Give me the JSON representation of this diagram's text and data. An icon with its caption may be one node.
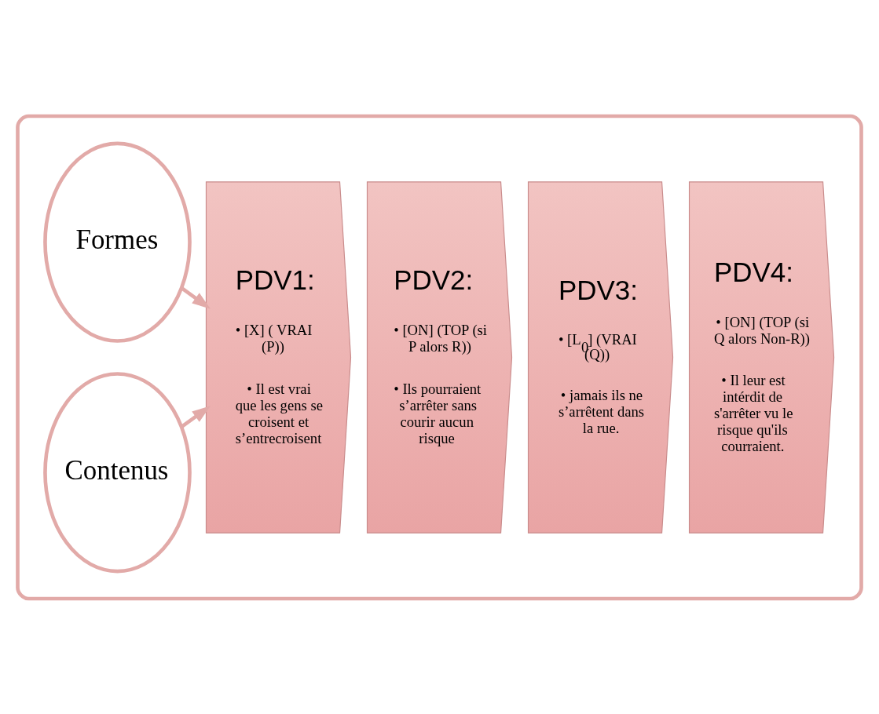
{
  "diagram": {
    "nodes": [
      {
        "text": [],
        "shape": "box"
      },
      {
        "text": [
          "Formes"
        ],
        "in": 0
      },
      {
        "text": [
          "Contenus"
        ],
        "in": 0
      },
      {
        "text": [
          "PDV1:",
          "• [X] ( VRAI (P))",
          "• Il est vrai que les gens se croisent et s’entrecroisent"
        ],
        "in": 0
      },
      {
        "text": [
          "PDV2:",
          "• [ON] (TOP (si P alors R))",
          "• Ils pourraient s’arrêter sans courir aucun risque"
        ],
        "in": 0
      },
      {
        "text": [
          "PDV3:",
          "• [L$_{0}$] (VRAI (Q))",
          "• jamais ils ne s’arrêtent dans la rue."
        ],
        "in": 0
      },
      {
        "text": [
          "PDV4:",
          "• [ON] (TOP (si Q alors Non-R))",
          "• Il leur est intérdit de s'arrêter vu le risque qu'ils courraient."
        ],
        "in": 0
      }
    ],
    "edges": [
      {
        "from": 1,
        "to": 3,
        "arrow": "to"
      },
      {
        "from": 2,
        "to": 3,
        "arrow": "to"
      }
    ]
  }
}
